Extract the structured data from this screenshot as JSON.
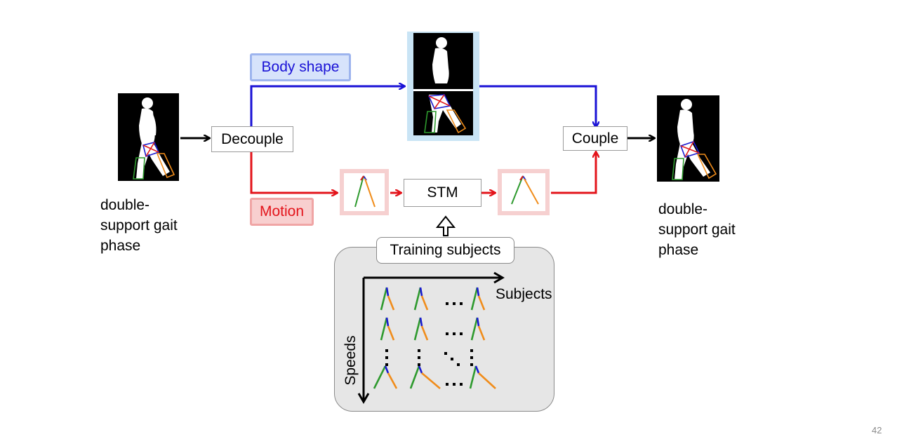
{
  "diagram": {
    "decouple_label": "Decouple",
    "couple_label": "Couple",
    "stm_label": "STM",
    "body_shape_label": "Body shape",
    "motion_label": "Motion",
    "training_subjects_label": "Training subjects",
    "subjects_axis_label": "Subjects",
    "speeds_axis_label": "Speeds",
    "input_caption": [
      "double-",
      "support gait",
      "phase"
    ],
    "output_caption": [
      "double-",
      "support gait",
      "phase"
    ],
    "page_number": "42",
    "colors": {
      "body_path": "#1a12d6",
      "motion_path": "#e3141b",
      "body_tag_bg": "#d7e3fb",
      "body_tag_border": "#9db4ee",
      "motion_tag_bg": "#f8cfcf",
      "motion_tag_border": "#f0a5a5",
      "shape_panel_bg": "#c9e4f5",
      "motion_panel_bg": "#f6d0d0",
      "training_panel_bg": "#e6e6e6",
      "leg_red": "#e01a1a",
      "leg_blue": "#1a1ad0",
      "leg_green": "#2e9a2e",
      "leg_orange": "#f08c1a"
    }
  }
}
